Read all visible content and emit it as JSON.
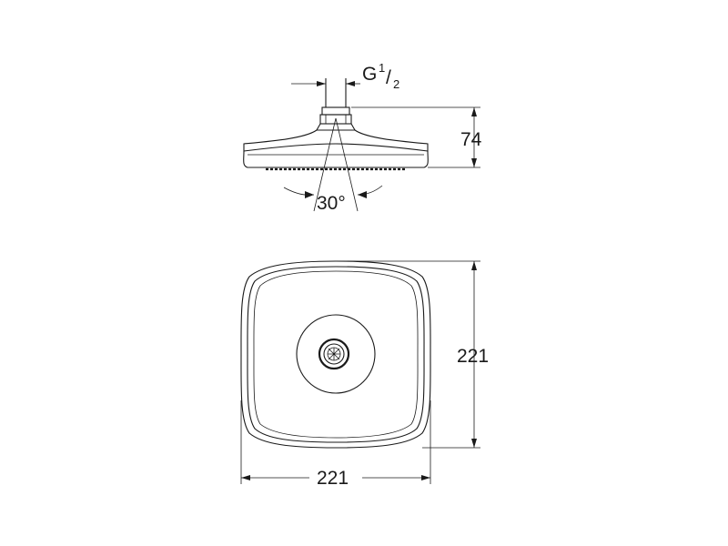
{
  "side_view": {
    "thread_label": "G",
    "thread_numerator": "1",
    "thread_denominator": "2",
    "height_dimension": "74",
    "angle_label": "30°"
  },
  "top_view": {
    "height_dimension": "221",
    "width_dimension": "221"
  }
}
